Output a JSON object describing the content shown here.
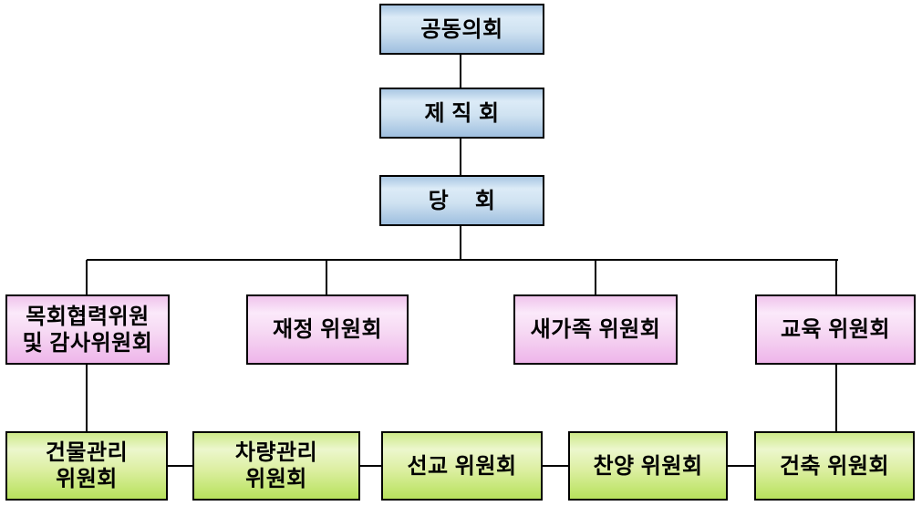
{
  "colors": {
    "background": "#ffffff",
    "border": "#000000",
    "text": "#000000",
    "level1_fill_blue": "#bcd6ee",
    "level2_fill_pink": "#f5c9f1",
    "level3_fill_green": "#cdea83"
  },
  "nodes": {
    "top_chain": [
      {
        "label": "공동의회"
      },
      {
        "label": "제 직 회"
      },
      {
        "label": "당    회"
      }
    ],
    "committees": [
      {
        "lines": [
          "목회협력위원",
          "및 감사위원회"
        ]
      },
      {
        "lines": [
          "재정 위원회"
        ]
      },
      {
        "lines": [
          "새가족 위원회"
        ]
      },
      {
        "lines": [
          "교육 위원회"
        ]
      }
    ],
    "subcommittees": [
      {
        "lines": [
          "건물관리",
          "위원회"
        ]
      },
      {
        "lines": [
          "차량관리",
          "위원회"
        ]
      },
      {
        "lines": [
          "선교 위원회"
        ]
      },
      {
        "lines": [
          "찬양 위원회"
        ]
      },
      {
        "lines": [
          "건축 위원회"
        ]
      }
    ]
  }
}
